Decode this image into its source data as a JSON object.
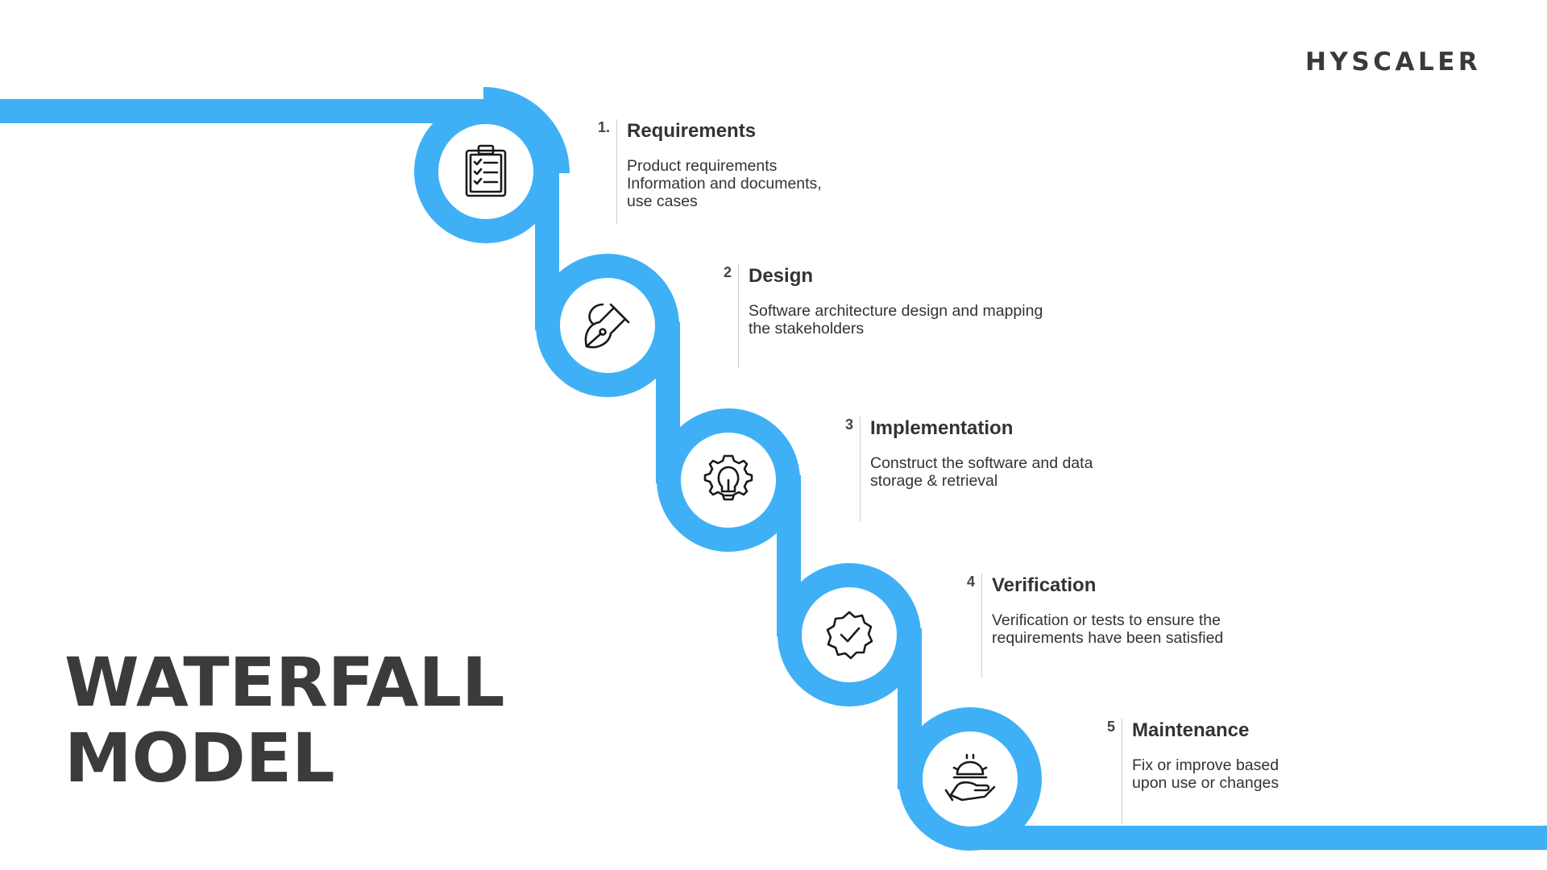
{
  "brand": {
    "logo_text": "HYSCALER",
    "accent": "#3fb0f5"
  },
  "title": {
    "line1": "WATERFALL",
    "line2": "MODEL"
  },
  "colors": {
    "path": "#3fb0f5",
    "title": "#3b3b3b",
    "divider": "#cfcfcf"
  },
  "steps": [
    {
      "number": "1.",
      "title": "Requirements",
      "desc": [
        "Product requirements",
        "Information and documents,",
        "use cases"
      ],
      "icon": "clipboard-checklist-icon"
    },
    {
      "number": "2",
      "title": "Design",
      "desc": [
        "Software architecture design and mapping",
        "the stakeholders"
      ],
      "icon": "pen-nib-icon"
    },
    {
      "number": "3",
      "title": "Implementation",
      "desc": [
        "Construct the software and data",
        "storage & retrieval"
      ],
      "icon": "lightbulb-gear-icon"
    },
    {
      "number": "4",
      "title": "Verification",
      "desc": [
        "Verification or tests to ensure the",
        "requirements have been satisfied"
      ],
      "icon": "verified-badge-icon"
    },
    {
      "number": "5",
      "title": "Maintenance",
      "desc": [
        "Fix or improve based",
        "upon use or changes"
      ],
      "icon": "hand-gear-icon"
    }
  ]
}
